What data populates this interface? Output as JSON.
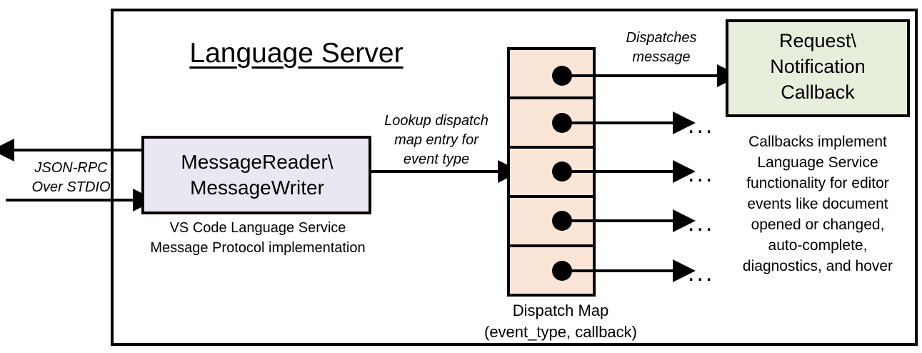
{
  "diagram": {
    "title": "Language Server",
    "outer_boundary_name": "language-server-boundary",
    "left_channel": {
      "label": "JSON-RPC\nOver STDIO",
      "outgoing_arrow": "response out",
      "incoming_arrow": "request in"
    },
    "reader_box": {
      "label": "MessageReader\\\nMessageWriter",
      "caption": "VS Code Language Service\nMessage Protocol implementation",
      "fill": "#EBE7F2",
      "stroke": "#000000"
    },
    "lookup_label": "Lookup dispatch\nmap entry for\nevent type",
    "dispatch_map": {
      "caption": "Dispatch Map\n(event_type, callback)",
      "fill": "#FBE5D6",
      "stroke": "#000000",
      "row_count": 5,
      "rows": [
        {
          "index": 1,
          "target": "callback-box",
          "marker": ""
        },
        {
          "index": 2,
          "target": "ellipsis",
          "marker": "..."
        },
        {
          "index": 3,
          "target": "ellipsis",
          "marker": "..."
        },
        {
          "index": 4,
          "target": "ellipsis",
          "marker": "..."
        },
        {
          "index": 5,
          "target": "ellipsis",
          "marker": "..."
        }
      ]
    },
    "dispatch_label": "Dispatches\nmessage",
    "callback_box": {
      "label": "Request\\\nNotification\nCallback",
      "caption": "Callbacks implement\nLanguage Service\nfunctionality for editor\nevents like document\nopened or changed,\nauto-complete,\ndiagnostics, and hover",
      "fill": "#E8EEDC",
      "stroke": "#000000"
    },
    "colors": {
      "ink": "#000000",
      "page": "#FFFFFF",
      "reader_fill": "#EBE7F2",
      "map_fill": "#FBE5D6",
      "callback_fill": "#E8EEDC"
    }
  }
}
